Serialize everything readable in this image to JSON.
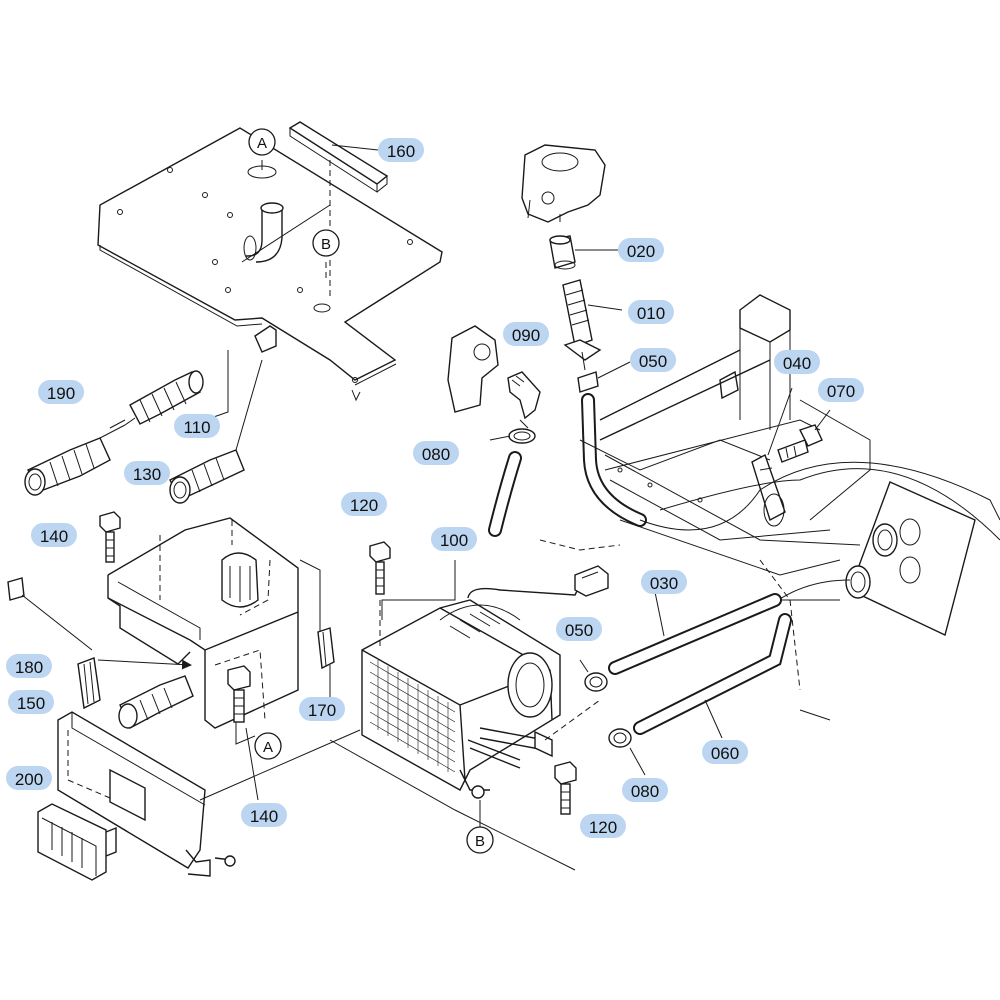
{
  "diagram": {
    "part_labels": [
      {
        "id": "160",
        "text": "160"
      },
      {
        "id": "020",
        "text": "020"
      },
      {
        "id": "010",
        "text": "010"
      },
      {
        "id": "090",
        "text": "090"
      },
      {
        "id": "050a",
        "text": "050"
      },
      {
        "id": "040",
        "text": "040"
      },
      {
        "id": "070",
        "text": "070"
      },
      {
        "id": "190",
        "text": "190"
      },
      {
        "id": "110",
        "text": "110"
      },
      {
        "id": "080a",
        "text": "080"
      },
      {
        "id": "130",
        "text": "130"
      },
      {
        "id": "140a",
        "text": "140"
      },
      {
        "id": "120a",
        "text": "120"
      },
      {
        "id": "100",
        "text": "100"
      },
      {
        "id": "030",
        "text": "030"
      },
      {
        "id": "050b",
        "text": "050"
      },
      {
        "id": "180",
        "text": "180"
      },
      {
        "id": "150",
        "text": "150"
      },
      {
        "id": "170",
        "text": "170"
      },
      {
        "id": "060",
        "text": "060"
      },
      {
        "id": "200",
        "text": "200"
      },
      {
        "id": "140b",
        "text": "140"
      },
      {
        "id": "080b",
        "text": "080"
      },
      {
        "id": "120b",
        "text": "120"
      }
    ],
    "ref_markers": [
      {
        "id": "A1",
        "text": "A"
      },
      {
        "id": "B1",
        "text": "B"
      },
      {
        "id": "A2",
        "text": "A"
      },
      {
        "id": "B2",
        "text": "B"
      }
    ],
    "colors": {
      "label_highlight": "#bcd5f0",
      "line": "#1a1a1a",
      "background": "#ffffff"
    }
  }
}
